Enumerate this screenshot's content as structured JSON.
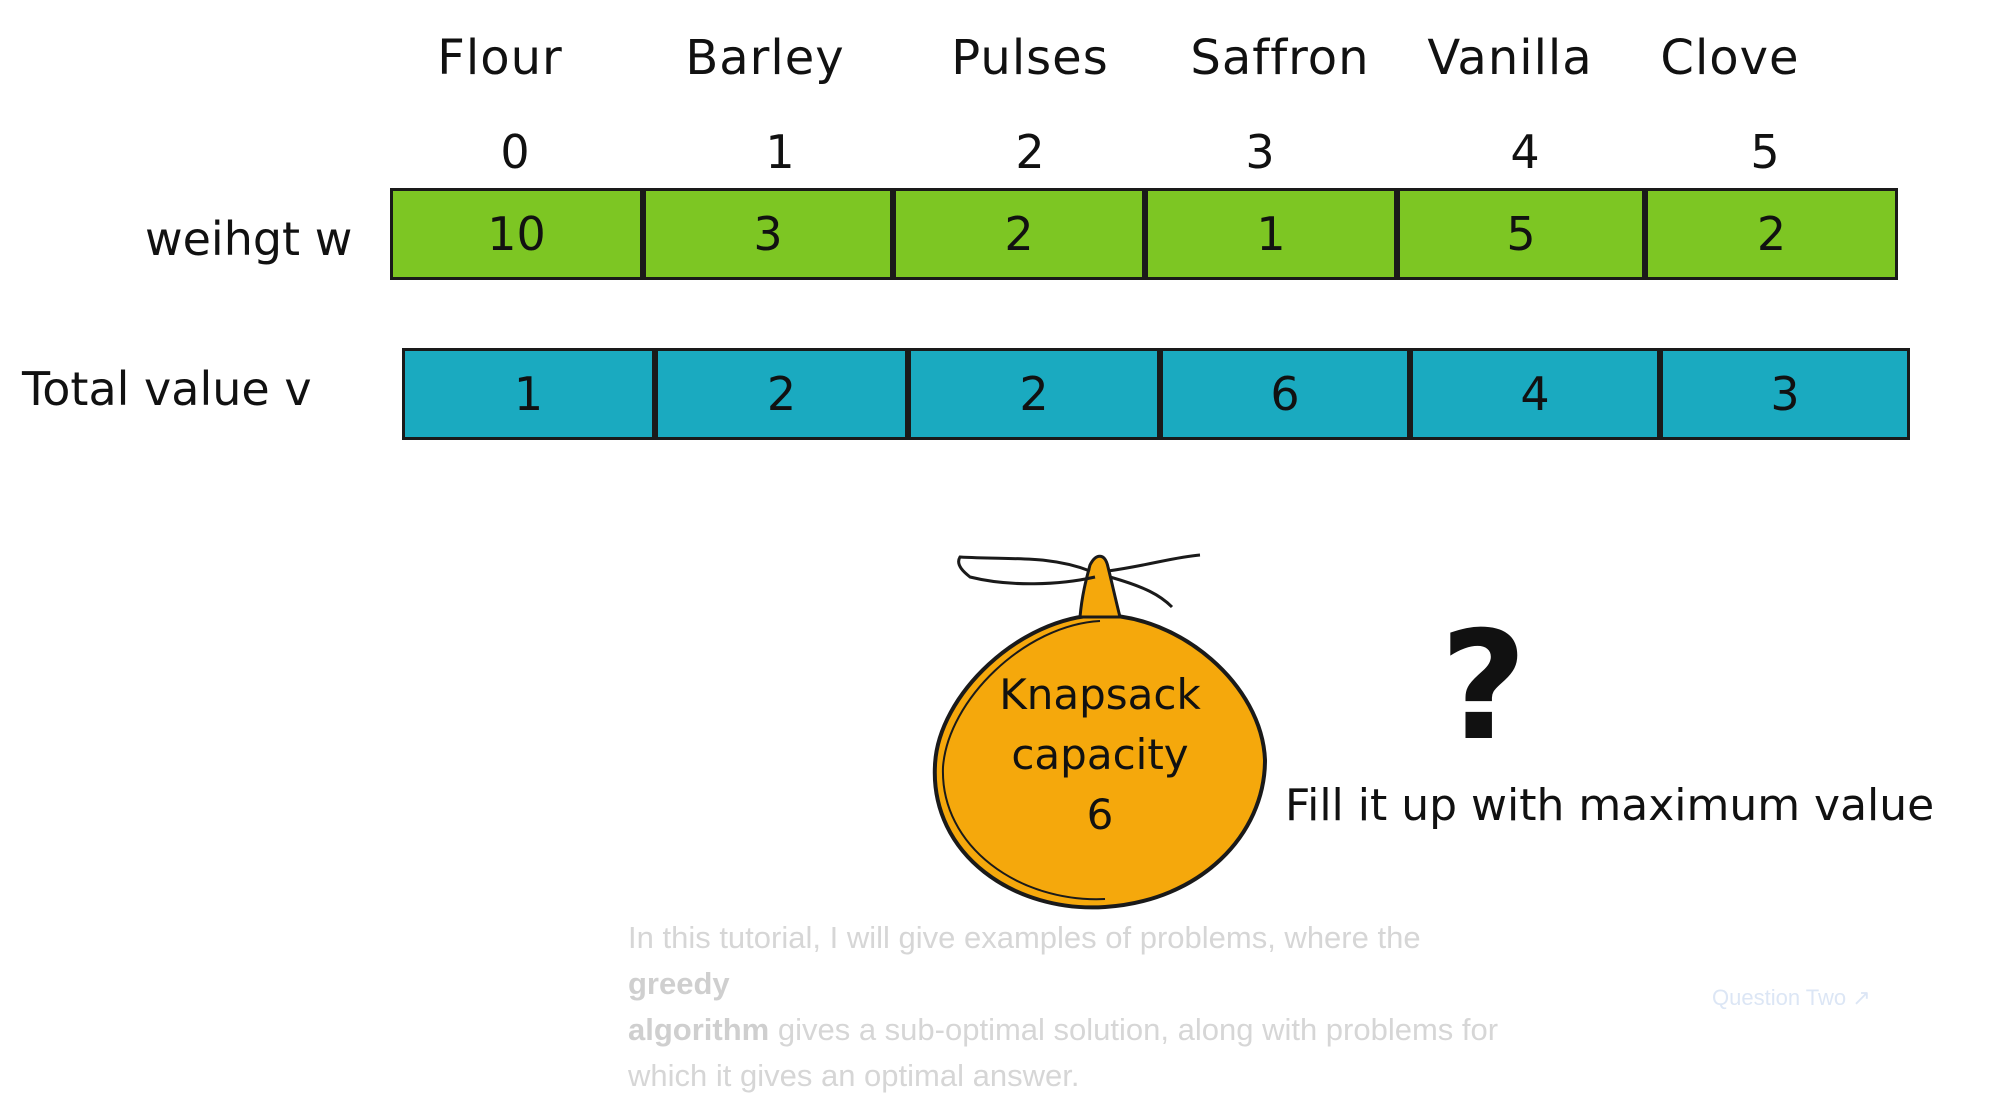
{
  "items": [
    {
      "name": "Flour",
      "index": "0",
      "weight": "10",
      "value": "1"
    },
    {
      "name": "Barley",
      "index": "1",
      "weight": "3",
      "value": "2"
    },
    {
      "name": "Pulses",
      "index": "2",
      "weight": "2",
      "value": "2"
    },
    {
      "name": "Saffron",
      "index": "3",
      "weight": "1",
      "value": "6"
    },
    {
      "name": "Vanilla",
      "index": "4",
      "weight": "5",
      "value": "4"
    },
    {
      "name": "Clove",
      "index": "5",
      "weight": "2",
      "value": "3"
    }
  ],
  "labels": {
    "weight_row": "weihgt w",
    "value_row": "Total value v"
  },
  "knapsack": {
    "line1": "Knapsack",
    "line2": "capacity",
    "capacity": "6"
  },
  "question_mark": "?",
  "caption": "Fill it up with maximum value",
  "background_text": {
    "line1_prefix": "In this tutorial, I will give examples of problems, where the ",
    "line1_bold": "greedy",
    "line2_bold": "algorithm",
    "line2_rest": " gives a sub-optimal solution, along with problems for",
    "line3": "which it gives an optimal answer."
  },
  "background_link": "Question Two",
  "colors": {
    "green": "#7dc623",
    "blue": "#1aaac0",
    "knapsack": "#f5a80c"
  }
}
